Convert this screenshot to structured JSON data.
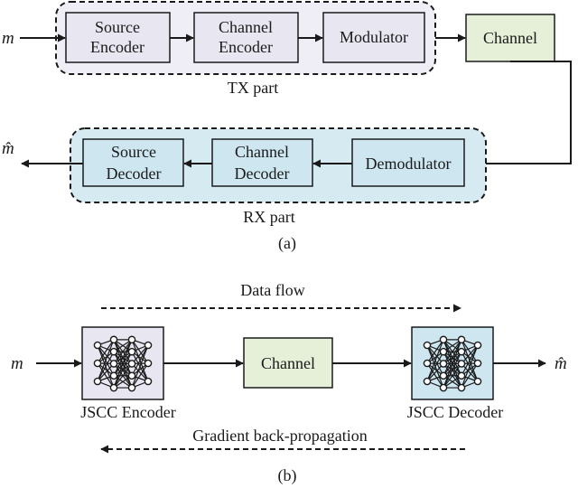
{
  "part_a": {
    "input_symbol": "m",
    "tx_blocks": {
      "source_encoder": [
        "Source",
        "Encoder"
      ],
      "channel_encoder": [
        "Channel",
        "Encoder"
      ],
      "modulator": "Modulator"
    },
    "channel": "Channel",
    "rx_blocks": {
      "demodulator": "Demodulator",
      "channel_decoder": [
        "Channel",
        "Decoder"
      ],
      "source_decoder": [
        "Source",
        "Decoder"
      ]
    },
    "output_symbol": "m̂",
    "tx_label": "TX part",
    "rx_label": "RX part",
    "caption": "(a)"
  },
  "part_b": {
    "input_symbol": "m",
    "data_flow": "Data flow",
    "encoder": "JSCC Encoder",
    "channel": "Channel",
    "decoder": "JSCC Decoder",
    "output_symbol": "m̂",
    "gradient": "Gradient back-propagation",
    "caption": "(b)"
  },
  "colors": {
    "tx_fill": "#efedf5",
    "block_fill": "#e8e6f0",
    "rx_fill": "#d6eaf2",
    "rx_block_fill": "#cde6f0",
    "channel_fill": "#e6efd8",
    "stroke": "#1a1a1a"
  }
}
